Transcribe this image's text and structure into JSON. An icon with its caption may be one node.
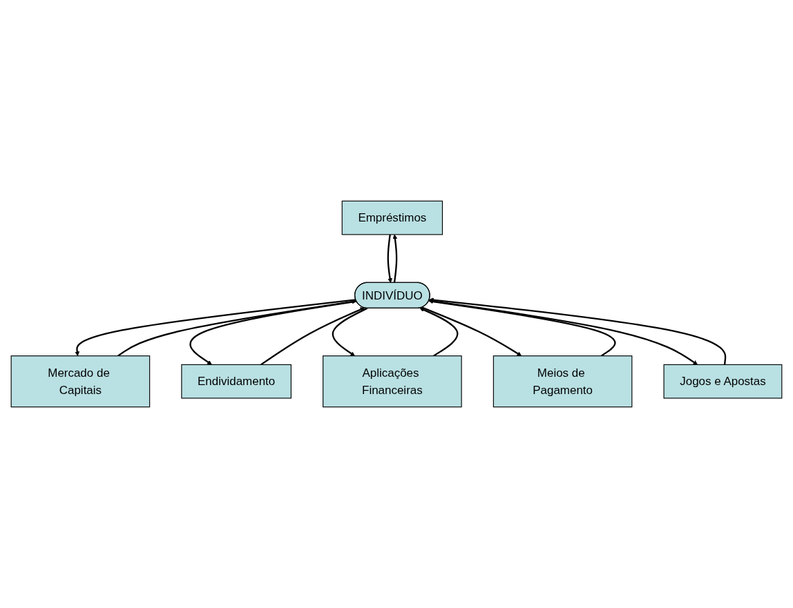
{
  "diagram": {
    "nodes": [
      {
        "text": [
          "Empréstimos"
        ]
      },
      {
        "text": [
          "Mercado de Capitais"
        ]
      },
      {
        "text": [
          "Endividamento"
        ]
      },
      {
        "text": [
          "INDIVÍDUO"
        ]
      },
      {
        "text": [
          "Aplicações Financeiras"
        ]
      },
      {
        "text": [
          "Meios de Pagamento"
        ]
      },
      {
        "text": [
          "Jogos e Apostas"
        ]
      }
    ],
    "edges": [
      {
        "from": 0,
        "to": 3,
        "arrow": "to"
      },
      {
        "from": 3,
        "to": 0,
        "arrow": "to"
      },
      {
        "from": 3,
        "to": 1,
        "arrow": "to"
      },
      {
        "from": 1,
        "to": 3,
        "arrow": "to"
      },
      {
        "from": 2,
        "to": 3,
        "arrow": "to"
      },
      {
        "from": 3,
        "to": 2,
        "arrow": "to"
      },
      {
        "from": 3,
        "to": 4,
        "arrow": "to"
      },
      {
        "from": 4,
        "to": 3,
        "arrow": "to"
      },
      {
        "from": 5,
        "to": 3,
        "arrow": "to"
      },
      {
        "from": 3,
        "to": 5,
        "arrow": "to"
      },
      {
        "from": 3,
        "to": 6,
        "arrow": "to"
      },
      {
        "from": 6,
        "to": 3,
        "arrow": "to"
      }
    ]
  }
}
